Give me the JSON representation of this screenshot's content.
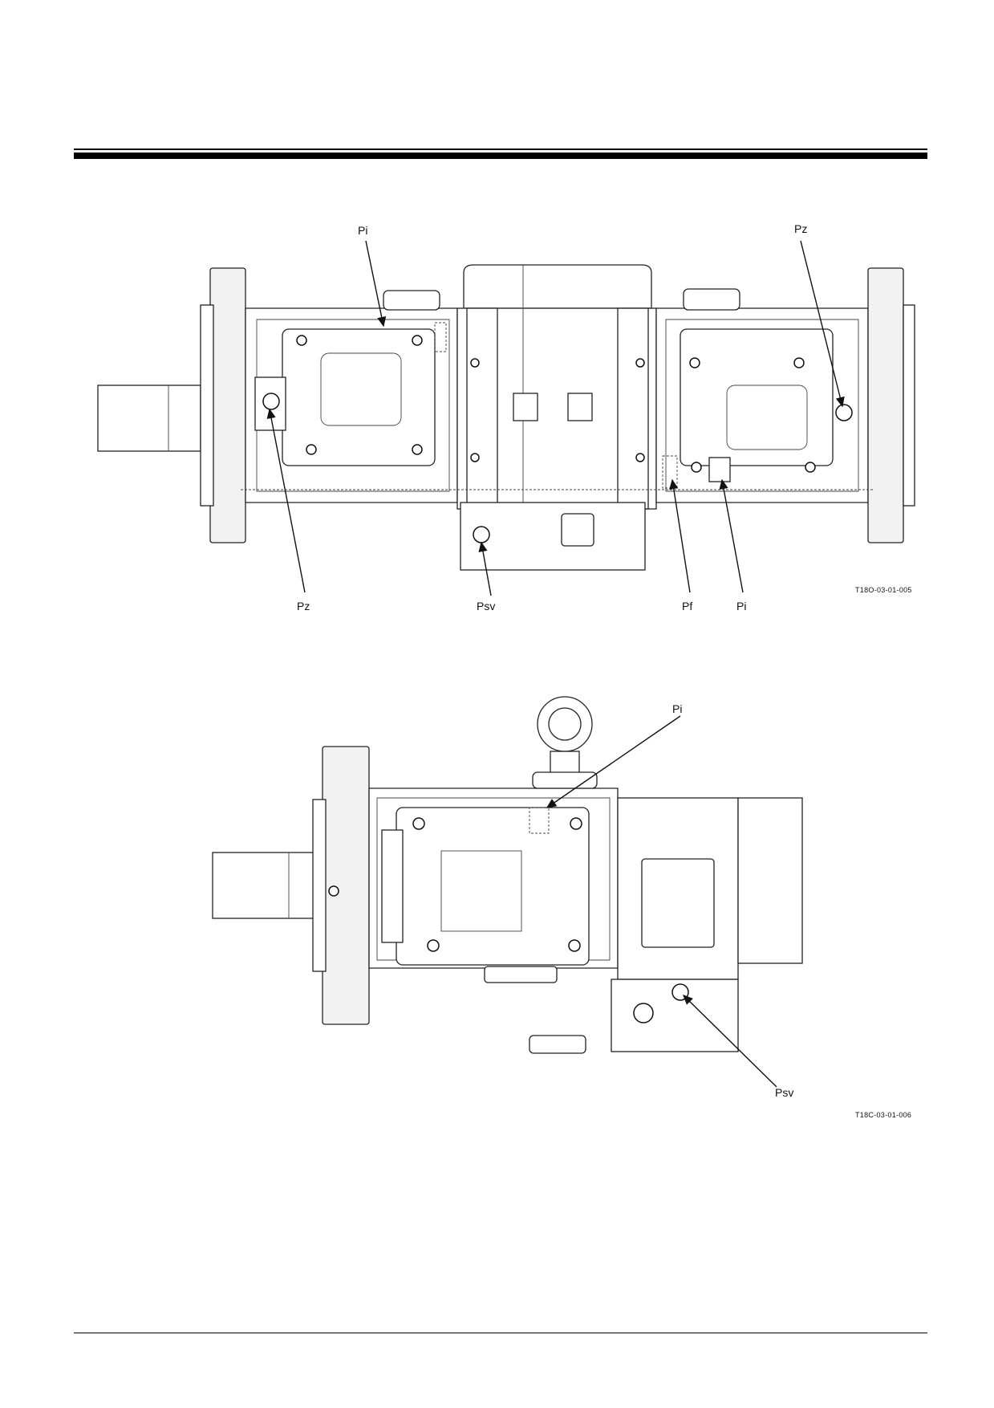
{
  "figure_1": {
    "labels": {
      "pi_top": "Pi",
      "pz_right": "Pz",
      "pz_left": "Pz",
      "psv": "Psv",
      "pf": "Pf",
      "pi_bottom": "Pi"
    },
    "figure_id": "T18O-03-01-005"
  },
  "figure_2": {
    "labels": {
      "pi": "Pi",
      "psv": "Psv"
    },
    "figure_id": "T18C-03-01-006"
  }
}
